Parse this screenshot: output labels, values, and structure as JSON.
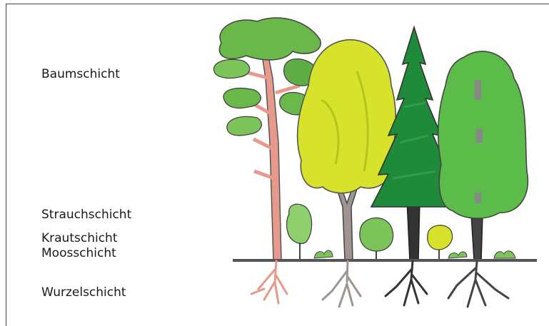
{
  "layers": {
    "baumschicht": "Baumschicht",
    "strauchschicht": "Strauchschicht",
    "krautschicht": "Krautschicht",
    "moosschicht": "Moosschicht",
    "wurzelschicht": "Wurzelschicht"
  },
  "colors": {
    "pine_foliage": "#6ab84a",
    "pine_trunk": "#e79a8c",
    "birch_foliage": "#d6e32a",
    "birch_trunk": "#9e9591",
    "spruce_foliage": "#1f8a3a",
    "spruce_trunk": "#333333",
    "beech_foliage": "#5cbc4a",
    "shrub": "#8fcf6c",
    "ground": "#555555"
  }
}
